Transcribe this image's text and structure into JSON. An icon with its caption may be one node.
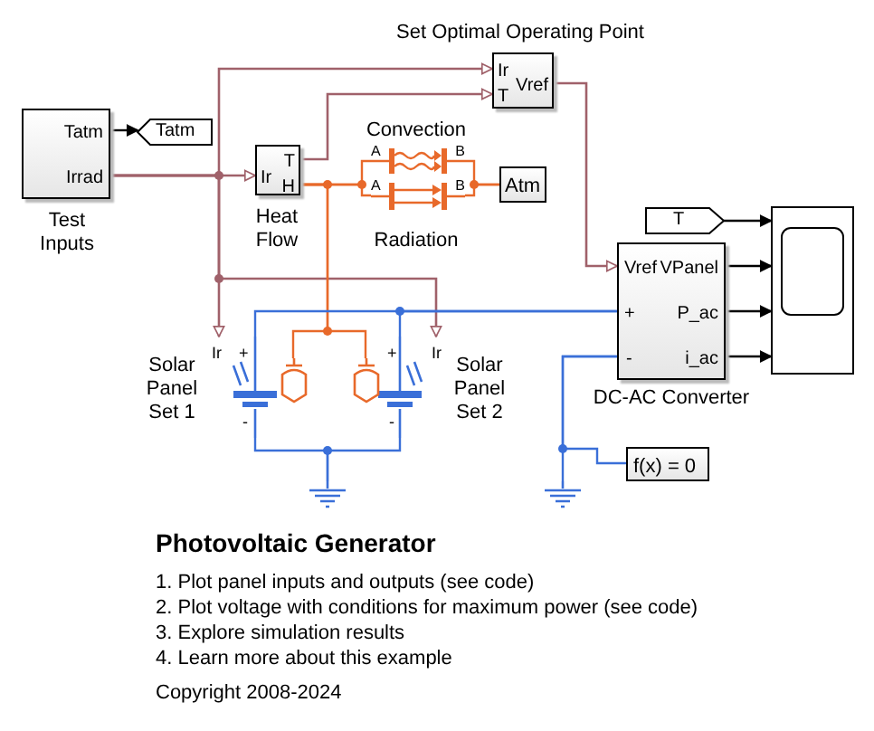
{
  "diagram": {
    "title": "Photovoltaic Generator",
    "nodes": [
      {
        "text": [
          "Tatm",
          "Irrad"
        ],
        "beside": [
          "Test Inputs"
        ]
      },
      {
        "text": [
          "Tatm"
        ]
      },
      {
        "text": [
          "Ir",
          "T",
          "H"
        ],
        "beside": [
          "Heat Flow"
        ]
      },
      {
        "text": [
          "Ir",
          "T",
          "Vref"
        ],
        "beside": [
          "Set Optimal Operating Point"
        ]
      },
      {
        "text": [
          "A",
          "B"
        ],
        "beside": [
          "Convection"
        ]
      },
      {
        "text": [
          "A",
          "B"
        ],
        "beside": [
          "Radiation"
        ]
      },
      {
        "text": [
          "Atm"
        ]
      },
      {
        "text": [
          "T"
        ]
      },
      {
        "text": [
          "Vref",
          "VPanel",
          "+",
          "P_ac",
          "-",
          "i_ac"
        ],
        "beside": [
          "DC-AC Converter"
        ]
      },
      {
        "text": [],
        "shape": "box"
      },
      {
        "text": [
          "Ir",
          "+",
          "-"
        ],
        "beside": [
          "Solar Panel Set 1"
        ]
      },
      {
        "text": [
          "+",
          "Ir",
          "-"
        ],
        "beside": [
          "Solar Panel Set 2"
        ]
      },
      {
        "text": [],
        "shape": "cylinder"
      },
      {
        "text": [],
        "shape": "cylinder"
      },
      {
        "text": [],
        "shape": "ground"
      },
      {
        "text": [],
        "shape": "ground"
      },
      {
        "text": [
          "f(x) = 0"
        ]
      }
    ],
    "edges": [
      {
        "from": 0,
        "to": 1,
        "arrow": "to",
        "color": "#000000"
      },
      {
        "from": 0,
        "to": 2,
        "arrow": "to"
      },
      {
        "from": 0,
        "to": 3,
        "arrow": "to"
      },
      {
        "from": 0,
        "to": 10,
        "arrow": "to"
      },
      {
        "from": 0,
        "to": 11,
        "arrow": "to"
      },
      {
        "from": 2,
        "to": 3,
        "arrow": "to"
      },
      {
        "from": 3,
        "to": 8,
        "arrow": "to"
      },
      {
        "from": 7,
        "to": 9,
        "arrow": "to",
        "color": "#000000"
      },
      {
        "from": 8,
        "to": 9,
        "arrow": "to",
        "color": "#000000"
      },
      {
        "from": 8,
        "to": 9,
        "arrow": "to",
        "color": "#000000"
      },
      {
        "from": 8,
        "to": 9,
        "arrow": "to",
        "color": "#000000"
      },
      {
        "from": 2,
        "to": 4,
        "arrow": "none",
        "color": "#e8692a"
      },
      {
        "from": 2,
        "to": 5,
        "arrow": "none",
        "color": "#e8692a"
      },
      {
        "from": 4,
        "to": 6,
        "arrow": "none",
        "color": "#e8692a"
      },
      {
        "from": 5,
        "to": 6,
        "arrow": "none",
        "color": "#e8692a"
      },
      {
        "from": 2,
        "to": 12,
        "arrow": "none",
        "color": "#e8692a"
      },
      {
        "from": 2,
        "to": 13,
        "arrow": "none",
        "color": "#e8692a"
      },
      {
        "from": 10,
        "to": 8,
        "arrow": "none",
        "color": "#3a6fd8"
      },
      {
        "from": 11,
        "to": 8,
        "arrow": "none",
        "color": "#3a6fd8"
      },
      {
        "from": 10,
        "to": 14,
        "arrow": "none",
        "color": "#3a6fd8"
      },
      {
        "from": 11,
        "to": 14,
        "arrow": "none",
        "color": "#3a6fd8"
      },
      {
        "from": 8,
        "to": 15,
        "arrow": "none",
        "color": "#3a6fd8"
      },
      {
        "from": 8,
        "to": 16,
        "arrow": "none",
        "color": "#3a6fd8"
      }
    ],
    "labels": [
      "1. Plot panel inputs and outputs (see code)",
      "2. Plot voltage with conditions for maximum power (see code)",
      "3. Explore simulation results",
      "4. Learn more about this example",
      "Copyright 2008-2024"
    ]
  }
}
